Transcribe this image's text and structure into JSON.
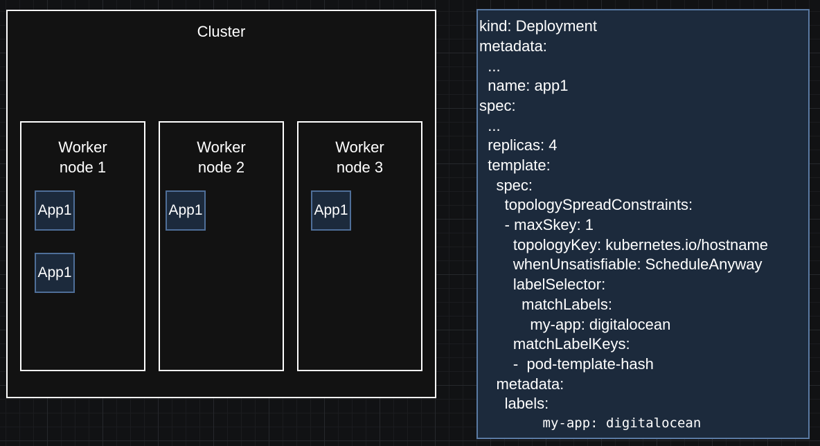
{
  "cluster": {
    "title": "Cluster",
    "workers": [
      {
        "line1": "Worker",
        "line2": "node 1",
        "apps": [
          "App1",
          "App1"
        ]
      },
      {
        "line1": "Worker",
        "line2": "node 2",
        "apps": [
          "App1"
        ]
      },
      {
        "line1": "Worker",
        "line2": "node 3",
        "apps": [
          "App1"
        ]
      }
    ]
  },
  "code": {
    "lines": [
      "kind: Deployment",
      "metadata:",
      "  ...",
      "  name: app1",
      "spec:",
      "  ...",
      "  replicas: 4",
      "  template:",
      "    spec:",
      "      topologySpreadConstraints:",
      "      - maxSkey: 1",
      "        topologyKey: kubernetes.io/hostname",
      "        whenUnsatisfiable: ScheduleAnyway",
      "        labelSelector:",
      "          matchLabels:",
      "            my-app: digitalocean",
      "        matchLabelKeys:",
      "        -  pod-template-hash",
      "    metadata:",
      "      labels:",
      "        my-app: digitalocean"
    ]
  }
}
